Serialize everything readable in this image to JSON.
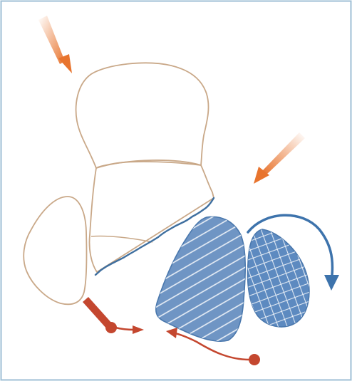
{
  "figure": {
    "colors": {
      "frame": "#9fbfd6",
      "bone_outline": "#c9a888",
      "fracture_line": "#3f6f9f",
      "fragment_fill": "#6f95c4",
      "fragment_edge": "#4a78ad",
      "fragment_hatch": "#ffffff",
      "rotation_arrow": "#3d73ac",
      "force_arrow": "#e8742e",
      "pull_arrow": "#c4472f"
    },
    "elements": [
      {
        "name": "upper-bone-outline",
        "kind": "outline"
      },
      {
        "name": "middle-bone-outline",
        "kind": "outline"
      },
      {
        "name": "left-bone-outline",
        "kind": "outline"
      },
      {
        "name": "fracture-line",
        "kind": "fracture"
      },
      {
        "name": "hatched-bone-fragment",
        "kind": "fragment"
      },
      {
        "name": "crosshatched-bone-fragment",
        "kind": "fragment"
      },
      {
        "name": "rotation-arrow",
        "kind": "arrow"
      },
      {
        "name": "force-arrow-top-left",
        "kind": "arrow"
      },
      {
        "name": "force-arrow-right",
        "kind": "arrow"
      },
      {
        "name": "pull-arrow-left",
        "kind": "arrow"
      },
      {
        "name": "pull-arrow-bottom",
        "kind": "arrow"
      }
    ]
  }
}
